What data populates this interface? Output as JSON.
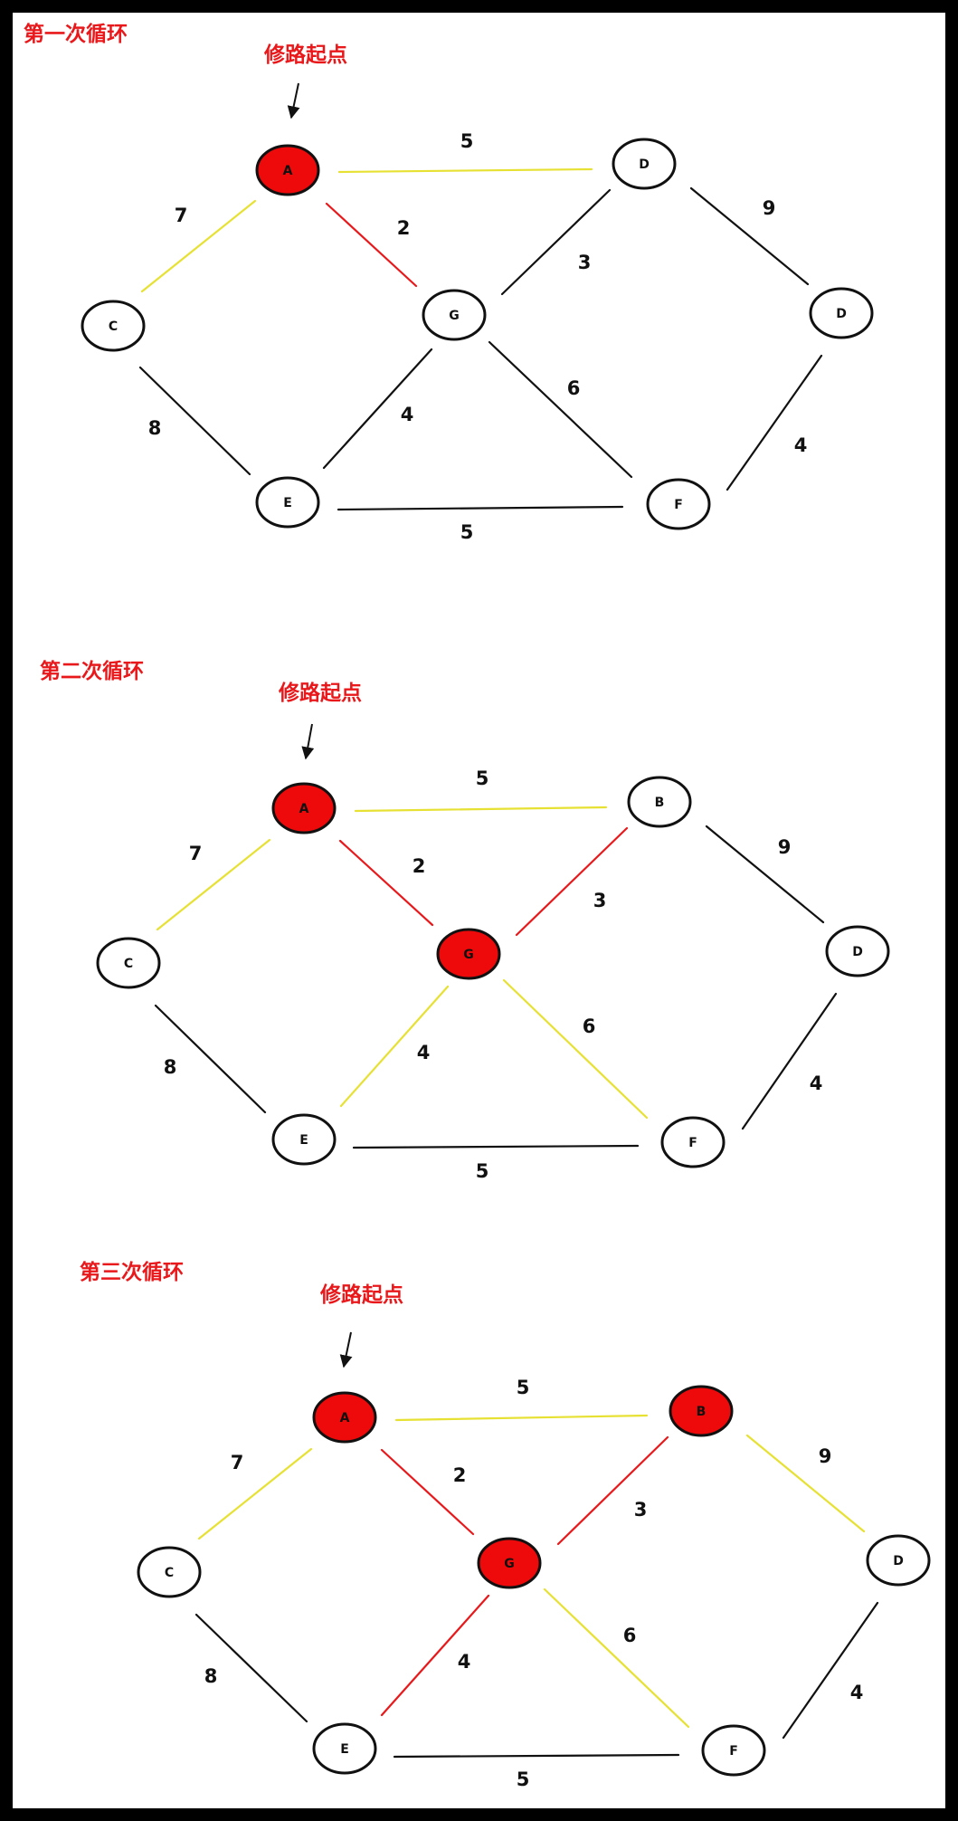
{
  "colors": {
    "background": "#000000",
    "panel": "#ffffff",
    "title_text": "#e8181b",
    "node_selected": "#ee0a0a",
    "node_default": "#ffffff",
    "edge_default": "#111111",
    "edge_selected": "#e8181b",
    "edge_candidate": "#e6e132"
  },
  "icons": [
    "arrow-down-icon"
  ],
  "sections": [
    {
      "title": "第一次循环",
      "start_label": "修路起点",
      "nodes": [
        {
          "id": "A",
          "label": "A",
          "state": "selected"
        },
        {
          "id": "D1",
          "label": "D",
          "state": "default"
        },
        {
          "id": "C",
          "label": "C",
          "state": "default"
        },
        {
          "id": "G",
          "label": "G",
          "state": "default"
        },
        {
          "id": "D2",
          "label": "D",
          "state": "default"
        },
        {
          "id": "E",
          "label": "E",
          "state": "default"
        },
        {
          "id": "F",
          "label": "F",
          "state": "default"
        }
      ],
      "edges": [
        {
          "from": "A",
          "to": "D1",
          "weight": "5",
          "state": "candidate"
        },
        {
          "from": "A",
          "to": "C",
          "weight": "7",
          "state": "candidate"
        },
        {
          "from": "A",
          "to": "G",
          "weight": "2",
          "state": "selected"
        },
        {
          "from": "D1",
          "to": "G",
          "weight": "3",
          "state": "default"
        },
        {
          "from": "D1",
          "to": "D2",
          "weight": "9",
          "state": "default"
        },
        {
          "from": "C",
          "to": "E",
          "weight": "8",
          "state": "default"
        },
        {
          "from": "G",
          "to": "E",
          "weight": "4",
          "state": "default"
        },
        {
          "from": "G",
          "to": "F",
          "weight": "6",
          "state": "default"
        },
        {
          "from": "D2",
          "to": "F",
          "weight": "4",
          "state": "default"
        },
        {
          "from": "E",
          "to": "F",
          "weight": "5",
          "state": "default"
        }
      ]
    },
    {
      "title": "第二次循环",
      "start_label": "修路起点",
      "nodes": [
        {
          "id": "A",
          "label": "A",
          "state": "selected"
        },
        {
          "id": "B",
          "label": "B",
          "state": "default"
        },
        {
          "id": "C",
          "label": "C",
          "state": "default"
        },
        {
          "id": "G",
          "label": "G",
          "state": "selected"
        },
        {
          "id": "D",
          "label": "D",
          "state": "default"
        },
        {
          "id": "E",
          "label": "E",
          "state": "default"
        },
        {
          "id": "F",
          "label": "F",
          "state": "default"
        }
      ],
      "edges": [
        {
          "from": "A",
          "to": "B",
          "weight": "5",
          "state": "candidate"
        },
        {
          "from": "A",
          "to": "C",
          "weight": "7",
          "state": "candidate"
        },
        {
          "from": "A",
          "to": "G",
          "weight": "2",
          "state": "selected"
        },
        {
          "from": "B",
          "to": "G",
          "weight": "3",
          "state": "selected"
        },
        {
          "from": "B",
          "to": "D",
          "weight": "9",
          "state": "default"
        },
        {
          "from": "C",
          "to": "E",
          "weight": "8",
          "state": "default"
        },
        {
          "from": "G",
          "to": "E",
          "weight": "4",
          "state": "candidate"
        },
        {
          "from": "G",
          "to": "F",
          "weight": "6",
          "state": "candidate"
        },
        {
          "from": "D",
          "to": "F",
          "weight": "4",
          "state": "default"
        },
        {
          "from": "E",
          "to": "F",
          "weight": "5",
          "state": "default"
        }
      ]
    },
    {
      "title": "第三次循环",
      "start_label": "修路起点",
      "nodes": [
        {
          "id": "A",
          "label": "A",
          "state": "selected"
        },
        {
          "id": "B",
          "label": "B",
          "state": "selected"
        },
        {
          "id": "C",
          "label": "C",
          "state": "default"
        },
        {
          "id": "G",
          "label": "G",
          "state": "selected"
        },
        {
          "id": "D",
          "label": "D",
          "state": "default"
        },
        {
          "id": "E",
          "label": "E",
          "state": "default"
        },
        {
          "id": "F",
          "label": "F",
          "state": "default"
        }
      ],
      "edges": [
        {
          "from": "A",
          "to": "B",
          "weight": "5",
          "state": "candidate"
        },
        {
          "from": "A",
          "to": "C",
          "weight": "7",
          "state": "candidate"
        },
        {
          "from": "A",
          "to": "G",
          "weight": "2",
          "state": "selected"
        },
        {
          "from": "B",
          "to": "G",
          "weight": "3",
          "state": "selected"
        },
        {
          "from": "B",
          "to": "D",
          "weight": "9",
          "state": "candidate"
        },
        {
          "from": "C",
          "to": "E",
          "weight": "8",
          "state": "default"
        },
        {
          "from": "G",
          "to": "E",
          "weight": "4",
          "state": "selected"
        },
        {
          "from": "G",
          "to": "F",
          "weight": "6",
          "state": "candidate"
        },
        {
          "from": "D",
          "to": "F",
          "weight": "4",
          "state": "default"
        },
        {
          "from": "E",
          "to": "F",
          "weight": "5",
          "state": "default"
        }
      ]
    }
  ]
}
